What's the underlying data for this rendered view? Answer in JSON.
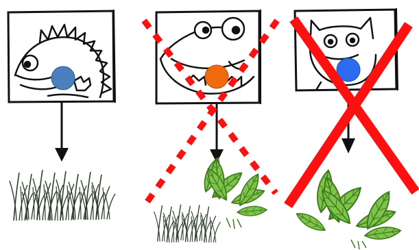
{
  "panels": [
    {
      "creature": "spiky-dinosaur",
      "dot_color": "#4a7fc0",
      "target": "grass",
      "crossed_out": "none"
    },
    {
      "creature": "frog-like-creature",
      "dot_color": "#f26a10",
      "target": "leaves-over-grass",
      "crossed_out": "dashed-red"
    },
    {
      "creature": "cat-like-creature",
      "dot_color": "#2c6cf0",
      "target": "leaves",
      "crossed_out": "solid-red"
    }
  ],
  "colors": {
    "cross_red": "#ff1010",
    "arrow": "#111111",
    "frame": "#111111",
    "grass": "#2d3f2a",
    "leaf_fill": "#7fc44a",
    "leaf_dark": "#3f7a1e"
  },
  "icons": [
    "creature-drawing",
    "colored-dot",
    "down-arrow",
    "grass-clump",
    "leaf-bunch",
    "red-cross"
  ]
}
